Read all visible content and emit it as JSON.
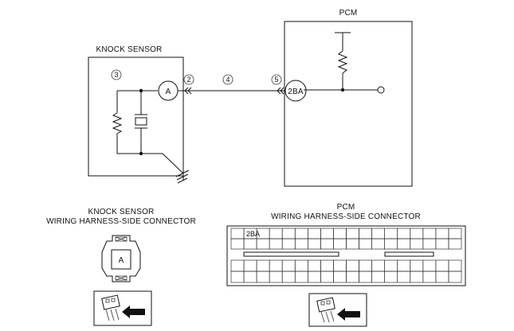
{
  "pcm_label": "PCM",
  "knock_sensor_label": "KNOCK SENSOR",
  "markers": {
    "m2": "2",
    "m3": "3",
    "m4": "4",
    "m5": "5"
  },
  "terminal_a": "A",
  "terminal_2ba": "2BA",
  "knock_connector": {
    "line1": "KNOCK SENSOR",
    "line2": "WIRING HARNESS-SIDE CONNECTOR",
    "terminal": "A"
  },
  "pcm_connector": {
    "line1": "PCM",
    "line2": "WIRING HARNESS-SIDE CONNECTOR",
    "terminal": "2BA"
  },
  "icons": [
    "resistor-icon",
    "piezo-element-icon",
    "ground-icon",
    "connector-plug-icon",
    "arrow-icon"
  ]
}
